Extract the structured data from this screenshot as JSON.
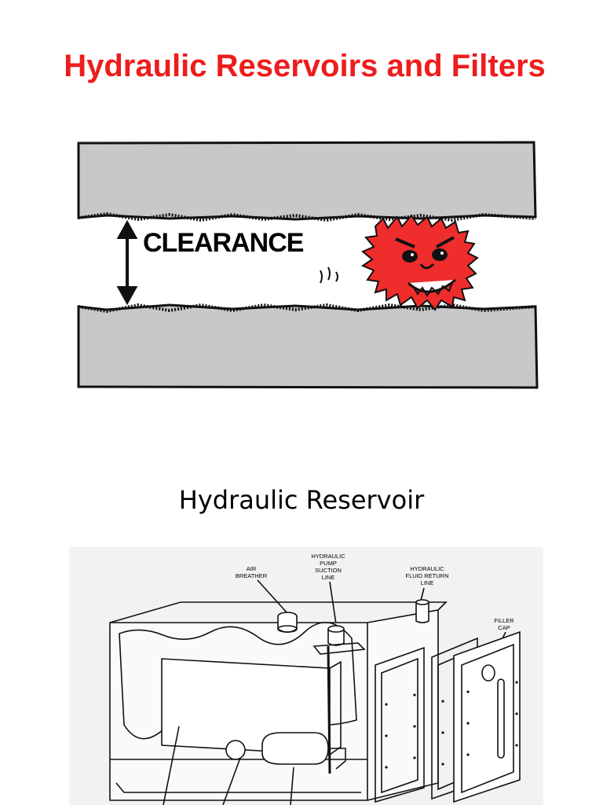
{
  "slide": {
    "title": "Hydraulic Reservoirs and Filters",
    "subtitle": "Hydraulic Reservoir"
  },
  "clearance_illustration": {
    "label": "CLEARANCE",
    "colors": {
      "plate": "#c8c8c8",
      "monster": "#ef2d2d"
    },
    "icons": [
      "double-arrow-icon",
      "contaminant-monster-icon"
    ]
  },
  "reservoir_diagram": {
    "labels": {
      "air_breather": [
        "AIR",
        "BREATHER"
      ],
      "pump_suction": [
        "HYDRAULIC",
        "PUMP",
        "SUCTION",
        "LINE"
      ],
      "return_line": [
        "HYDRAULIC",
        "FLUID RETURN",
        "LINE"
      ],
      "filler_cap": [
        "FILLER",
        "CAP"
      ]
    }
  }
}
